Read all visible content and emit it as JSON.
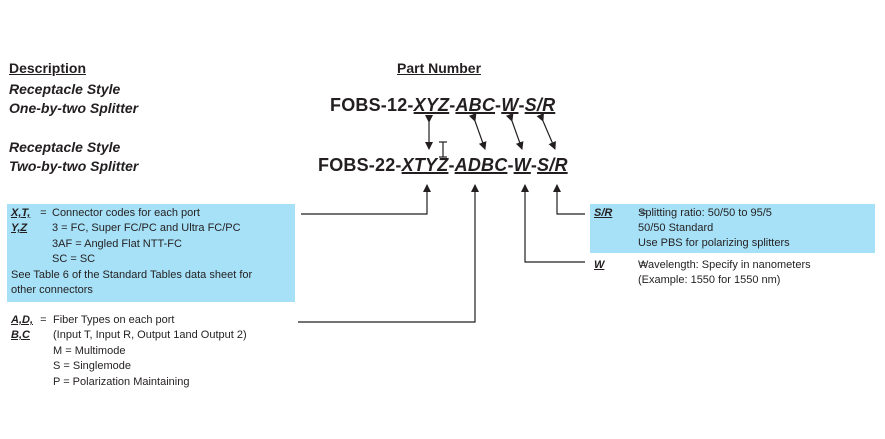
{
  "headers": {
    "description": "Description",
    "part_number": "Part Number"
  },
  "styles": [
    {
      "line1": "Receptacle Style",
      "line2": "One-by-two Splitter"
    },
    {
      "line1": "Receptacle Style",
      "line2": "Two-by-two Splitter"
    }
  ],
  "part_numbers": [
    {
      "prefix": "FOBS-12-",
      "c1": "XYZ",
      "d1": "-",
      "c2": "ABC",
      "d2": "-",
      "c3": "W",
      "d3": "-",
      "c4": "S/R"
    },
    {
      "prefix": "FOBS-22-",
      "c1": "XTYZ",
      "d1": "-",
      "c2": "ADBC",
      "d2": "-",
      "c3": "W",
      "d3": "-",
      "c4": "S/R"
    }
  ],
  "connector_box": {
    "key1": "X,T,",
    "key2": "Y,Z",
    "eq": "=",
    "lines": [
      "Connector codes for each port",
      "3 = FC, Super FC/PC and Ultra FC/PC",
      "3AF = Angled Flat NTT-FC",
      "SC = SC"
    ],
    "note1": "See Table 6 of the Standard Tables data sheet for",
    "note2": "other connectors"
  },
  "fiber_block": {
    "key1": "A,D,",
    "key2": "B,C",
    "eq": "=",
    "lines": [
      "Fiber Types on each port",
      "(Input T, Input R, Output 1and Output 2)",
      "M = Multimode",
      "S = Singlemode",
      "P = Polarization Maintaining"
    ]
  },
  "split_box": {
    "key": "S/R",
    "eq": "=",
    "lines": [
      "Splitting ratio: 50/50 to 95/5",
      "50/50 Standard",
      "Use PBS for polarizing splitters"
    ]
  },
  "wave_block": {
    "key": "W",
    "eq": "=",
    "lines": [
      "Wavelength: Specify in nanometers",
      "(Example: 1550 for 1550 nm)"
    ]
  },
  "colors": {
    "highlight": "#a6e1f7",
    "ink": "#231f20"
  }
}
